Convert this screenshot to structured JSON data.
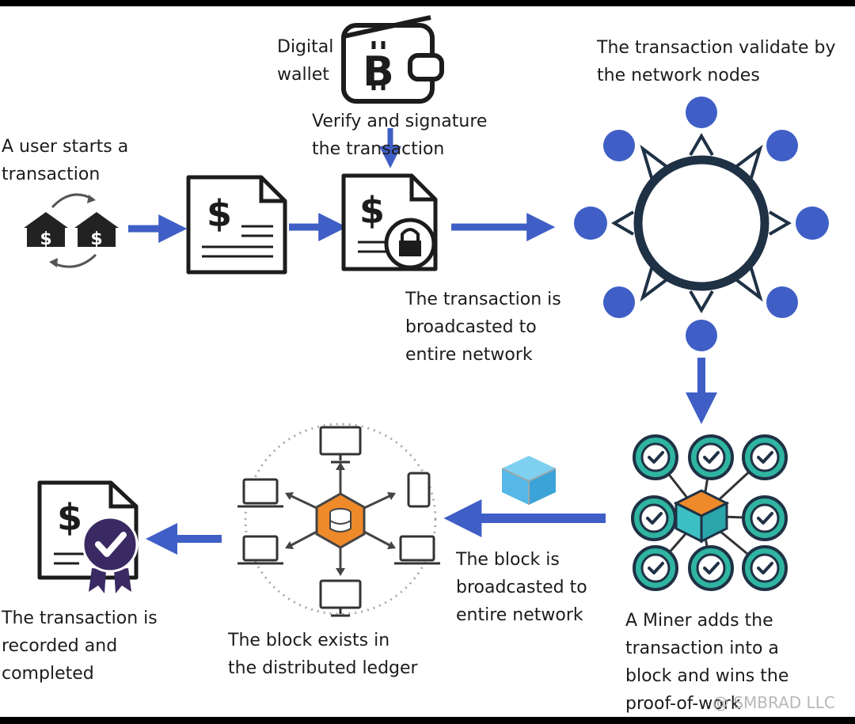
{
  "labels": {
    "user_starts": "A user starts a\ntransaction",
    "digital_wallet": "Digital\nwallet",
    "verify": "Verify and signature\nthe transaction",
    "validate": "The transaction validate by\nthe network nodes",
    "broadcast_tx": "The transaction is\nbroadcasted to\nentire network",
    "block_broadcast": "The block is\nbroadcasted to\nentire network",
    "miner": "A Miner adds the\ntransaction into a\nblock and wins the\nproof-of-work",
    "ledger": "The block exists in\nthe distributed ledger",
    "recorded": "The transaction is\nrecorded and\ncompleted"
  },
  "icon_glyphs": {
    "dollar": "$",
    "bitcoin": "B"
  },
  "watermark": "@ SMBRAD LLC",
  "colors": {
    "arrow": "#3f5fc6",
    "node": "#3f5fc6",
    "ring": "#1f3145",
    "miner_teal": "#2fb5a2",
    "cube_orange": "#ef8a2a",
    "cube_teal": "#3cc0c4",
    "light_cube": "#55b8e8",
    "badge_purple": "#3a2a63",
    "icon_dark": "#222222"
  }
}
